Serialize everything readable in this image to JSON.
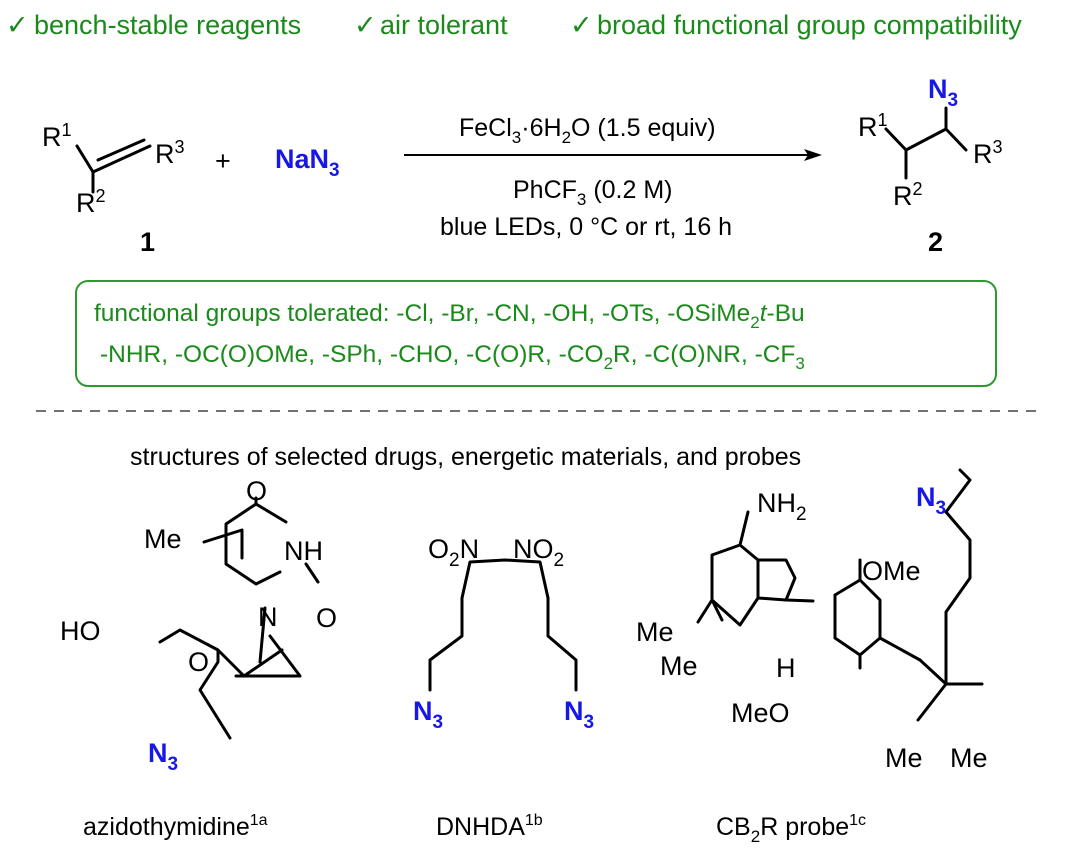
{
  "colors": {
    "accent_green": "#1a8a1a",
    "azide_blue": "#1818e6",
    "box_border": "#2e9a2e",
    "text": "#000000"
  },
  "features": {
    "check_mark": "✓",
    "items": [
      "bench-stable reagents",
      "air tolerant",
      "broad functional group compatibility"
    ]
  },
  "reaction": {
    "substrate": {
      "compound_number": "1",
      "r1": "R",
      "r1_sup": "1",
      "r2": "R",
      "r2_sup": "2",
      "r3": "R",
      "r3_sup": "3"
    },
    "plus": "+",
    "reagent": {
      "main": "NaN",
      "sub": "3"
    },
    "conditions": {
      "above": {
        "a": "FeCl",
        "a_sub": "3",
        "b": "·6H",
        "b_sub": "2",
        "c": "O (1.5 equiv)"
      },
      "below1": {
        "a": "PhCF",
        "a_sub": "3",
        "b": " (0.2 M)"
      },
      "below2": "blue LEDs, 0 °C or rt, 16 h"
    },
    "product": {
      "compound_number": "2",
      "azide": "N",
      "azide_sub": "3",
      "r1": "R",
      "r1_sup": "1",
      "r2": "R",
      "r2_sup": "2",
      "r3": "R",
      "r3_sup": "3"
    }
  },
  "tolerated": {
    "line1": {
      "a": "functional groups tolerated: -Cl, -Br, -CN, -OH, -OTs, -OSiMe",
      "a_sub": "2",
      "b": "t",
      "c": "-Bu"
    },
    "line2": {
      "a": "-NHR, -OC(O)OMe, -SPh, -CHO, -C(O)R, -CO",
      "a_sub": "2",
      "b": "R, -C(O)NR, -CF",
      "b_sub": "3"
    }
  },
  "section_title": "structures of selected drugs, energetic materials, and probes",
  "structures": {
    "azt": {
      "atoms": {
        "o1": "O",
        "o2": "O",
        "nh": "NH",
        "n": "N",
        "me": "Me",
        "ho": "HO",
        "o_ring": "O",
        "azide": "N",
        "azide_sub": "3"
      },
      "name": "azidothymidine",
      "ref": "1a"
    },
    "dnhda": {
      "atoms": {
        "no2_left_a": "O",
        "no2_left_sub": "2",
        "no2_left_b": "N",
        "no2_right_a": "NO",
        "no2_right_sub": "2",
        "azide": "N",
        "azide_sub": "3"
      },
      "name": "DNHDA",
      "ref": "1b"
    },
    "cb2r": {
      "atoms": {
        "nh2": "NH",
        "nh2_sub": "2",
        "azide": "N",
        "azide_sub": "3",
        "ome1": "OMe",
        "ome2": "MeO",
        "me1": "Me",
        "me2": "Me",
        "me3": "Me",
        "me4": "Me",
        "h": "H"
      },
      "name_a": "CB",
      "name_sub": "2",
      "name_b": "R probe",
      "ref": "1c"
    }
  }
}
